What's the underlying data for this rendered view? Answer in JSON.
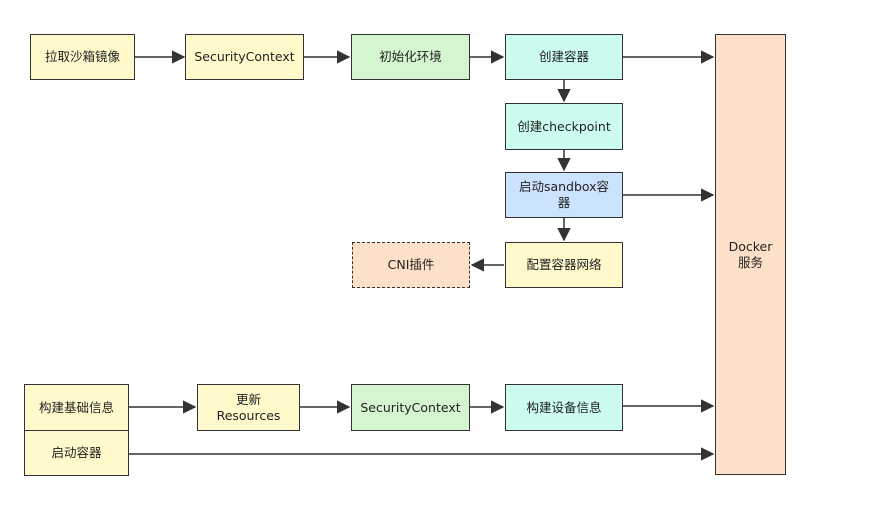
{
  "nodes": {
    "pull_image": "拉取沙箱镜像",
    "security_context_top": "SecurityContext",
    "init_env": "初始化环境",
    "create_container": "创建容器",
    "create_checkpoint": "创建checkpoint",
    "start_sandbox": "启动sandbox容\n器",
    "config_network": "配置容器网络",
    "cni_plugin": "CNI插件",
    "docker_service": "Docker\n服务",
    "build_basic_info": "构建基础信息",
    "update_resources": "更新\nResources",
    "security_context_bottom": "SecurityContext",
    "build_device_info": "构建设备信息",
    "start_container": "启动容器"
  },
  "colors": {
    "yellow": "#fff9cc",
    "green": "#d5f5d0",
    "cyan": "#ccfcef",
    "blue": "#cce3ff",
    "orange": "#fde0c8",
    "border": "#333333"
  }
}
